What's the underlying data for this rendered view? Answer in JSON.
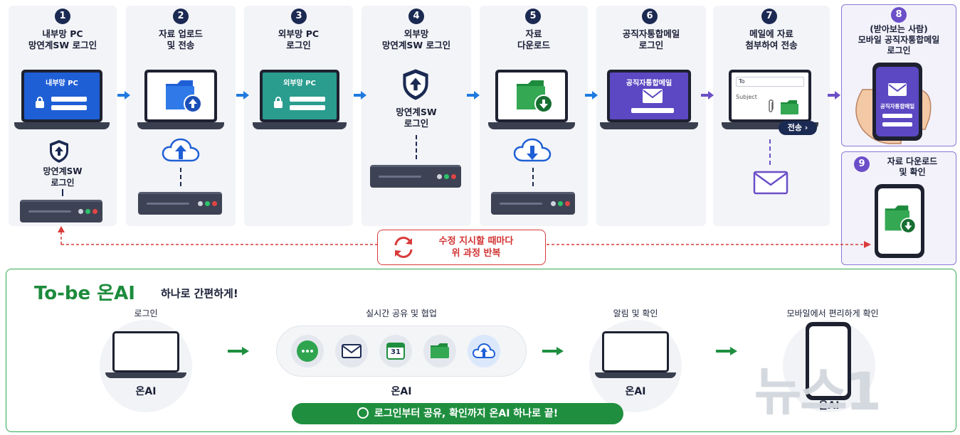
{
  "steps": [
    {
      "num": "1",
      "title": "내부망 PC\n망연계SW 로그인",
      "screen": "내부망 PC",
      "sub": "망연계SW\n로그인"
    },
    {
      "num": "2",
      "title": "자료 업로드\n및 전송"
    },
    {
      "num": "3",
      "title": "외부망 PC\n로그인",
      "screen": "외부망 PC"
    },
    {
      "num": "4",
      "title": "외부망\n망연계SW 로그인",
      "sub": "망연계SW\n로그인"
    },
    {
      "num": "5",
      "title": "자료\n다운로드"
    },
    {
      "num": "6",
      "title": "공직자통합메일\n로그인",
      "screen": "공직자통합메일"
    },
    {
      "num": "7",
      "title": "메일에 자료\n첨부하여 전송",
      "mail_to": "To",
      "mail_subject": "Subject",
      "send": "전송 ›"
    },
    {
      "num": "8",
      "title": "(받아보는 사람)\n모바일 공직자통합메일\n로그인",
      "screen": "공직자통합메일"
    },
    {
      "num": "9",
      "title": "자료 다운로드\n및 확인"
    }
  ],
  "repeat_note": "수정 지시할 때마다\n위 과정 반복",
  "tobe": {
    "brand": "To-be 온AI",
    "tagline": "하나로 간편하게!",
    "items": [
      {
        "label": "로그인",
        "name": "온AI"
      },
      {
        "label": "실시간 공유 및 협업",
        "name": "온AI"
      },
      {
        "label": "알림 및 확인",
        "name": "온AI"
      },
      {
        "label": "모바일에서 편리하게 확인",
        "name": "온AI"
      }
    ],
    "calendar_day": "31",
    "banner": "로그인부터 공유, 확인까지 온AI 하나로 끝!"
  },
  "watermark": "뉴스1",
  "colors": {
    "navy": "#1b2a52",
    "blue": "#1f5fd6",
    "teal": "#2a9d8f",
    "purple": "#6b4fc8",
    "green": "#1f8f3f",
    "red": "#d93a3a"
  }
}
